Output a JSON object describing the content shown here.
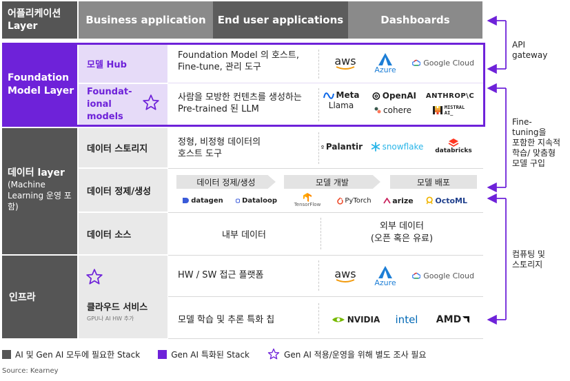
{
  "layers": {
    "app": "어플리케이션 Layer",
    "foundation": "Foundation Model Layer",
    "data_title": "데이터 layer",
    "data_sub": "(Machine Learning 운영 포함)",
    "infra": "인프라"
  },
  "app_headers": [
    "Business application",
    "End user applications",
    "Dashboards"
  ],
  "foundation_rows": {
    "hub_label": "모델 Hub",
    "hub_desc_1": "Foundation Model 의 호스트,",
    "hub_desc_2": "Fine-tune, 관리 도구",
    "fm_label_1": "Foundat-",
    "fm_label_2": "ional",
    "fm_label_3": "models",
    "fm_desc_1": "사람을 모방한 컨텐츠를 생성하는",
    "fm_desc_2": "Pre-trained 된 LLM"
  },
  "data_rows": {
    "storage_label": "데이터 스토리지",
    "storage_desc_1": "정형, 비정형 데이터의",
    "storage_desc_2": "호스트 도구",
    "refine_label": "데이터 정제/생성",
    "stages": [
      "데이터 정제/생성",
      "모델 개발",
      "모델 배포"
    ],
    "source_label": "데이터 소스",
    "internal": "내부 데이터",
    "external_1": "외부 데이터",
    "external_2": "(오픈 혹은 유료)"
  },
  "infra_rows": {
    "cloud_label": "클라우드 서비스",
    "cloud_sub": "GPU나 AI HW 추가",
    "platform_desc": "HW / SW 접근 플랫폼",
    "chip_desc": "모델 학습 및 추론 특화 칩"
  },
  "logos": {
    "hub": [
      "aws",
      "Azure",
      "Google Cloud"
    ],
    "fm": [
      "Meta",
      "Llama",
      "OpenAI",
      "ANTHROP\\C",
      "cohere",
      "MISTRAL",
      "AI_"
    ],
    "storage": [
      "Palantir",
      "snowflake",
      "databricks"
    ],
    "refine": [
      "datagen",
      "Dataloop",
      "TensorFlow",
      "PyTorch",
      "arize",
      "OctoML"
    ],
    "cloud": [
      "aws",
      "Azure",
      "Google Cloud"
    ],
    "chips": [
      "NVIDIA",
      "intel",
      "AMD"
    ]
  },
  "annotations": {
    "api_1": "API",
    "api_2": "gateway",
    "fine_1": "Fine-",
    "fine_2": "tuning을",
    "fine_3": "포함한 지속적",
    "fine_4": "학습/ 맞춤형",
    "fine_5": "모델 구입",
    "compute_1": "컴퓨팅 및",
    "compute_2": "스토리지"
  },
  "legend": [
    {
      "color": "#555555",
      "text": "AI 및 Gen AI 모두에 필요한 Stack"
    },
    {
      "color": "#6e22d9",
      "text": "Gen AI 특화된 Stack"
    },
    {
      "color": "#6e22d9",
      "text": "Gen AI 적용/운영을 위해 별도 조사 필요"
    }
  ],
  "source": "Source: Kearney",
  "colors": {
    "purple": "#6e22d9",
    "dark": "#555555",
    "grey": "#8a8a8a"
  }
}
